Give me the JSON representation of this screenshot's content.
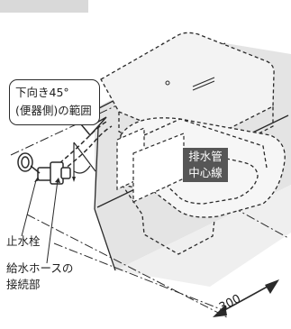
{
  "callout": {
    "line1": "下向き45°",
    "line2": "(便器側)の範囲"
  },
  "drain_label": {
    "line1": "排水管",
    "line2": "中心線"
  },
  "stop_valve_label": "止水栓",
  "hose_label": {
    "line1": "給水ホースの",
    "line2": "接続部"
  },
  "dimension": "300",
  "colors": {
    "line": "#2a2a2a",
    "floor": "#efefef",
    "wall": "#e4e4e4",
    "badge": "#565656",
    "top_bar": "#d9d9d9"
  }
}
